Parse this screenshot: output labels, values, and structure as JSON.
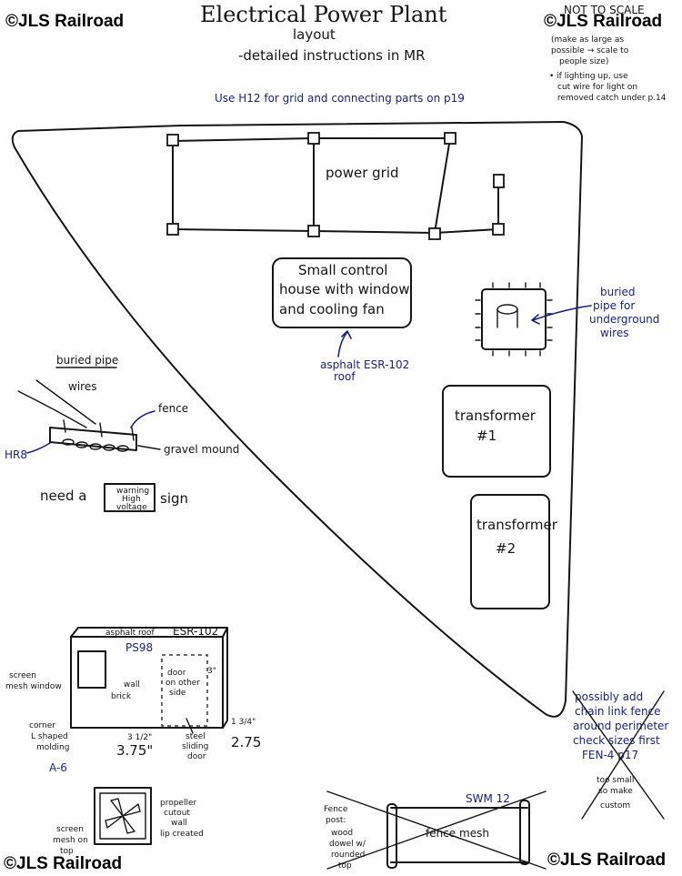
{
  "watermark": "©JLS Railroad",
  "header": {
    "title": "Electrical Power Plant",
    "subtitle": "layout",
    "subtitle2": "-detailed instructions in MR",
    "scale_note": "NOT TO SCALE",
    "scale_note_1": "(make as large as",
    "scale_note_2": "possible → scale to",
    "scale_note_3": "people size)",
    "lighting_note_1": "• if lighting up, use",
    "lighting_note_2": "cut wire for light on",
    "lighting_note_3": "removed catch under p.14",
    "grid_instruction": "Use H12 for grid and connecting parts on p19"
  },
  "layout": {
    "power_grid": "power grid",
    "control_house_1": "Small control",
    "control_house_2": "house with window",
    "control_house_3": "and cooling fan",
    "roof_note_1": "asphalt ESR-102",
    "roof_note_2": "roof",
    "buried_pipe_1": "buried",
    "buried_pipe_2": "pipe for",
    "buried_pipe_3": "underground",
    "buried_pipe_4": "wires",
    "transformer1_1": "transformer",
    "transformer1_2": "#1",
    "transformer2_1": "transformer",
    "transformer2_2": "#2"
  },
  "pipe_detail": {
    "heading": "buried pipe",
    "wires": "wires",
    "fence": "fence",
    "hr8": "HR8",
    "gravel": "gravel mound",
    "need": "need a",
    "sign_1": "warning",
    "sign_2": "High",
    "sign_3": "voltage",
    "sign_word": "sign"
  },
  "house_detail": {
    "roof": "asphalt roof",
    "roof_code": "ESR-102",
    "wall_code": "PS98",
    "screen_1": "screen",
    "screen_2": "mesh window",
    "wall_1": "wall",
    "wall_2": "brick",
    "door_1": "door",
    "door_2": "on other",
    "door_3": "side",
    "door_h": "3\"",
    "steel_1": "steel",
    "steel_2": "sliding",
    "steel_3": "door",
    "corner_1": "corner",
    "corner_2": "L shaped",
    "corner_3": "molding",
    "corner_code": "A-6",
    "dim_w_small": "3 1/2\"",
    "dim_w": "3.75\"",
    "dim_d_small": "1 3/4\"",
    "dim_d": "2.75",
    "fan_1": "propeller",
    "fan_2": "cutout",
    "fan_3": "wall",
    "fan_4": "lip created",
    "screen_top_1": "screen",
    "screen_top_2": "mesh on",
    "screen_top_3": "top"
  },
  "fence_notes": {
    "add_1": "possibly add",
    "add_2": "chain link fence",
    "add_3": "around perimeter",
    "add_4": "check sizes first",
    "add_5": "FEN-4 p17",
    "small_1": "too small",
    "small_2": "so make",
    "small_3": "custom",
    "swm": "SWM 12",
    "post_1": "Fence",
    "post_2": "post:",
    "post_3": "wood",
    "post_4": "dowel w/",
    "post_5": "rounded",
    "post_6": "top",
    "mesh": "fence mesh"
  }
}
